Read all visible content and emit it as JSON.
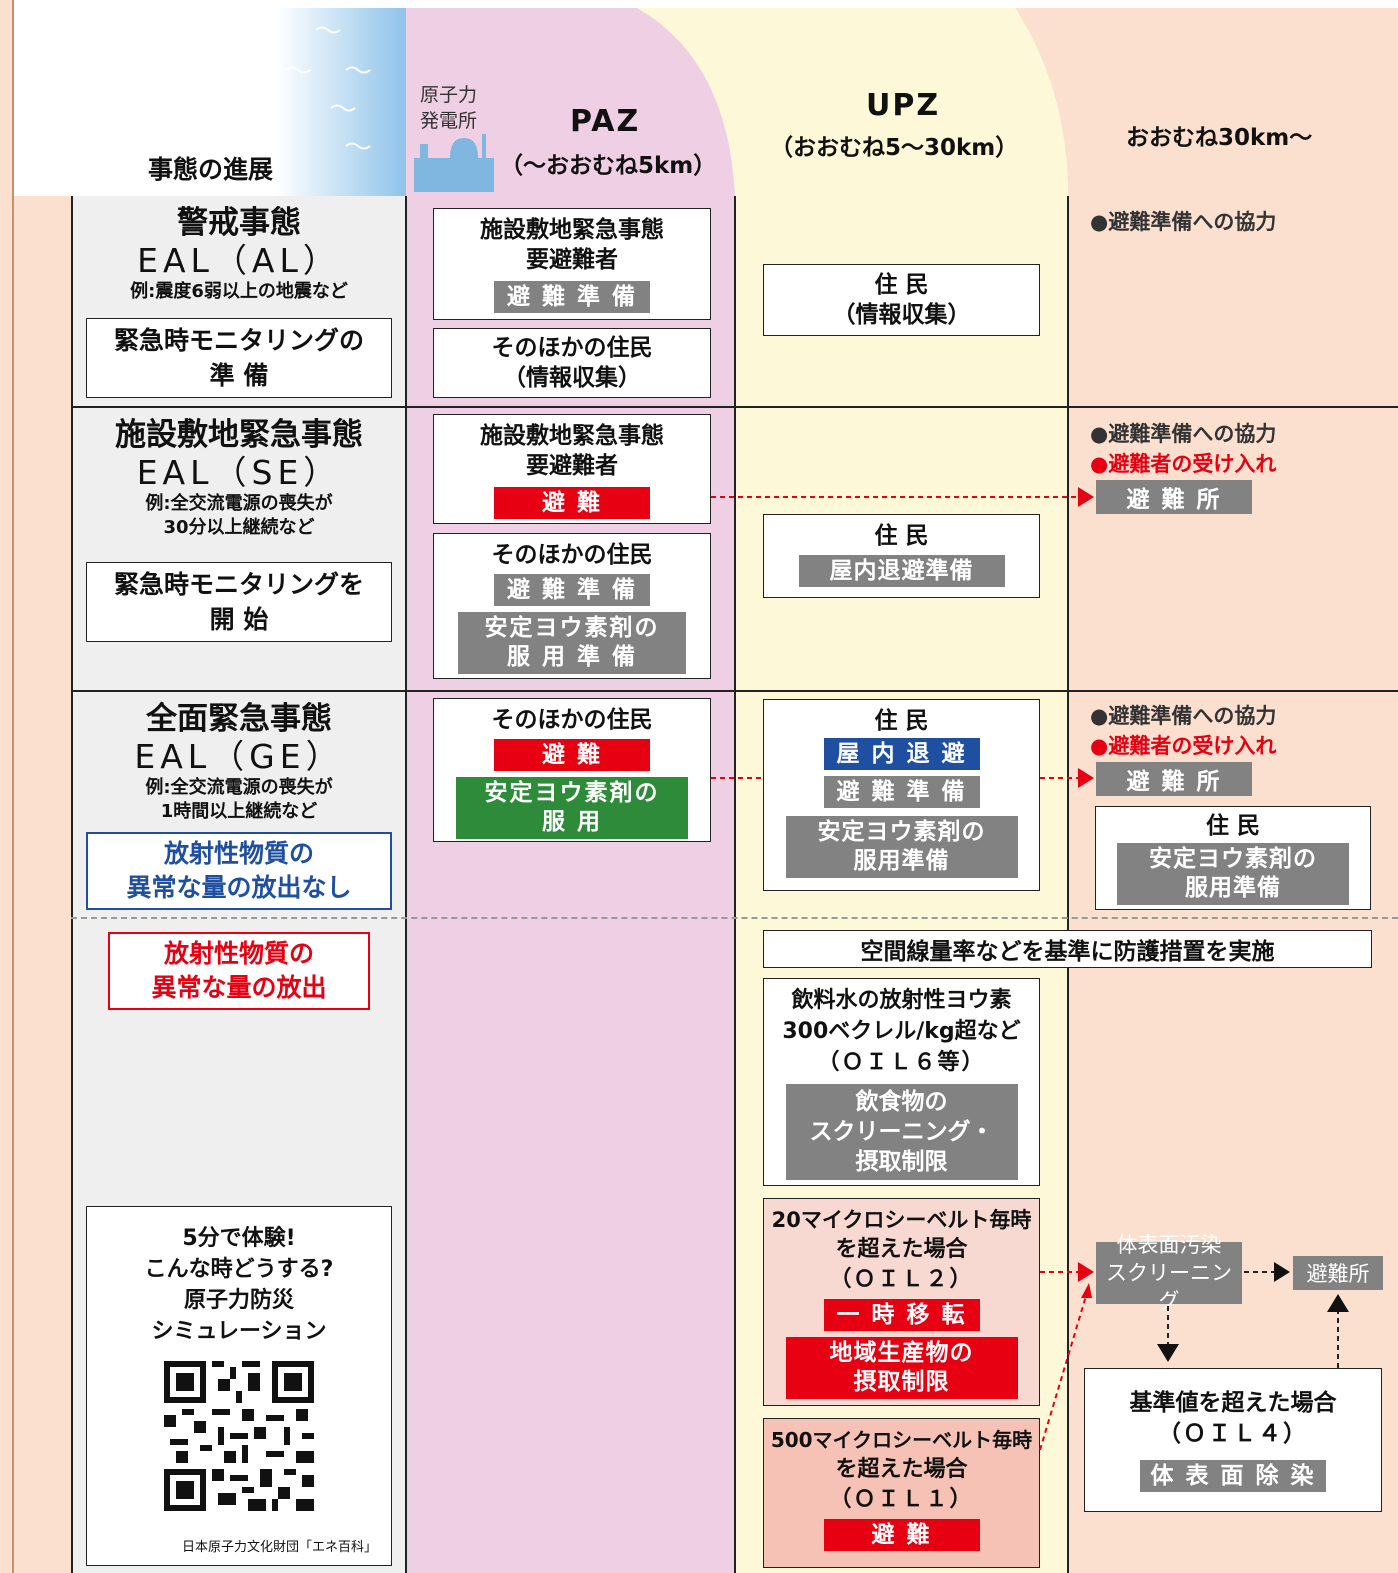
{
  "header": {
    "progress": "事態の進展",
    "plant_line1": "原子力",
    "plant_line2": "発電所",
    "paz_title": "PAZ",
    "paz_sub": "（～おおむね5km）",
    "upz_title": "UPZ",
    "upz_sub": "（おおむね5～30km）",
    "far_title": "おおむね30km～"
  },
  "stages": {
    "al": {
      "title": "警戒事態",
      "eal": "EAL（AL）",
      "example": "例:震度6弱以上の地震など",
      "action_l1": "緊急時モニタリングの",
      "action_l2": "準 備"
    },
    "se": {
      "title": "施設敷地緊急事態",
      "eal": "EAL（SE）",
      "ex_l1": "例:全交流電源の喪失が",
      "ex_l2": "30分以上継続など",
      "action_l1": "緊急時モニタリングを",
      "action_l2": "開 始"
    },
    "ge": {
      "title": "全面緊急事態",
      "eal": "EAL（GE）",
      "ex_l1": "例:全交流電源の喪失が",
      "ex_l2": "1時間以上継続など",
      "none_l1": "放射性物質の",
      "none_l2": "異常な量の放出なし"
    },
    "release": {
      "l1": "放射性物質の",
      "l2": "異常な量の放出"
    }
  },
  "paz": {
    "al_req_l1": "施設敷地緊急事態",
    "al_req_l2": "要避難者",
    "al_req_tag": "避 難 準 備",
    "al_other_l1": "そのほかの住民",
    "al_other_l2": "（情報収集）",
    "se_req_l1": "施設敷地緊急事態",
    "se_req_l2": "要避難者",
    "se_req_tag": "避 難",
    "se_other_l1": "そのほかの住民",
    "se_other_tag1": "避 難 準 備",
    "se_other_tag2_l1": "安定ヨウ素剤の",
    "se_other_tag2_l2": "服 用 準 備",
    "ge_other_l1": "そのほかの住民",
    "ge_other_tag1": "避 難",
    "ge_other_tag2_l1": "安定ヨウ素剤の",
    "ge_other_tag2_l2": "服 用"
  },
  "upz": {
    "al_l1": "住 民",
    "al_l2": "（情報収集）",
    "se_l1": "住 民",
    "se_tag": "屋内退避準備",
    "ge_l1": "住 民",
    "ge_tag1": "屋 内 退 避",
    "ge_tag2": "避 難 準 備",
    "ge_tag3_l1": "安定ヨウ素剤の",
    "ge_tag3_l2": "服用準備",
    "measure": "空間線量率などを基準に防護措置を実施",
    "oil6_l1": "飲料水の放射性ヨウ素",
    "oil6_l2": "300ベクレル/kg超など",
    "oil6_l3": "（ＯＩＬ６等）",
    "oil6_tag_l1": "飲食物の",
    "oil6_tag_l2": "スクリーニング・",
    "oil6_tag_l3": "摂取制限",
    "oil2_l1": "20マイクロシーベルト毎時",
    "oil2_l2": "を超えた場合",
    "oil2_l3": "（ＯＩＬ２）",
    "oil2_tag1": "一 時 移 転",
    "oil2_tag2_l1": "地域生産物の",
    "oil2_tag2_l2": "摂取制限",
    "oil1_l1": "500マイクロシーベルト毎時",
    "oil1_l2": "を超えた場合",
    "oil1_l3": "（ＯＩＬ１）",
    "oil1_tag": "避 難"
  },
  "far": {
    "coop": "●避難準備への協力",
    "accept": "●避難者の受け入れ",
    "shelter": "避 難 所",
    "ge_res": "住 民",
    "ge_res_tag_l1": "安定ヨウ素剤の",
    "ge_res_tag_l2": "服用準備",
    "screen_l1": "体表面汚染",
    "screen_l2": "スクリーニング",
    "shelter2": "避難所",
    "oil4_l1": "基準値を超えた場合",
    "oil4_l2": "（ＯＩＬ４）",
    "oil4_tag": "体 表 面 除 染"
  },
  "qr": {
    "l1": "5分で体験!",
    "l2": "こんな時どうする?",
    "l3": "原子力防災",
    "l4": "シミュレーション",
    "credit": "日本原子力文化財団「エネ百科」"
  },
  "colors": {
    "paz": "#efcfe3",
    "upz": "#fdf8d8",
    "far": "#fbe0d0",
    "gray": "#828282",
    "red": "#e60012",
    "blue": "#1f4fa0",
    "green": "#2e8b3a"
  }
}
